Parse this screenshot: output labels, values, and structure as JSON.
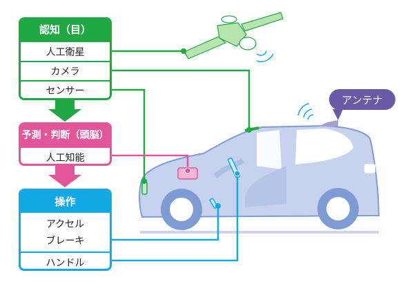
{
  "recognition": {
    "title": "認知（目）",
    "items": [
      "人工衛星",
      "カメラ",
      "センサー"
    ],
    "color": "#1fa843"
  },
  "prediction": {
    "title": "予測・判断（頭脳）",
    "items": [
      "人工知能"
    ],
    "color": "#e2559a"
  },
  "operation": {
    "title": "操作",
    "items": [
      "アクセル",
      "ブレーキ",
      "ハンドル"
    ],
    "color": "#14a9e6"
  },
  "antenna_label": "アンテナ",
  "car_color": "#c7d3ee",
  "antenna_color": "#6a5aa6"
}
